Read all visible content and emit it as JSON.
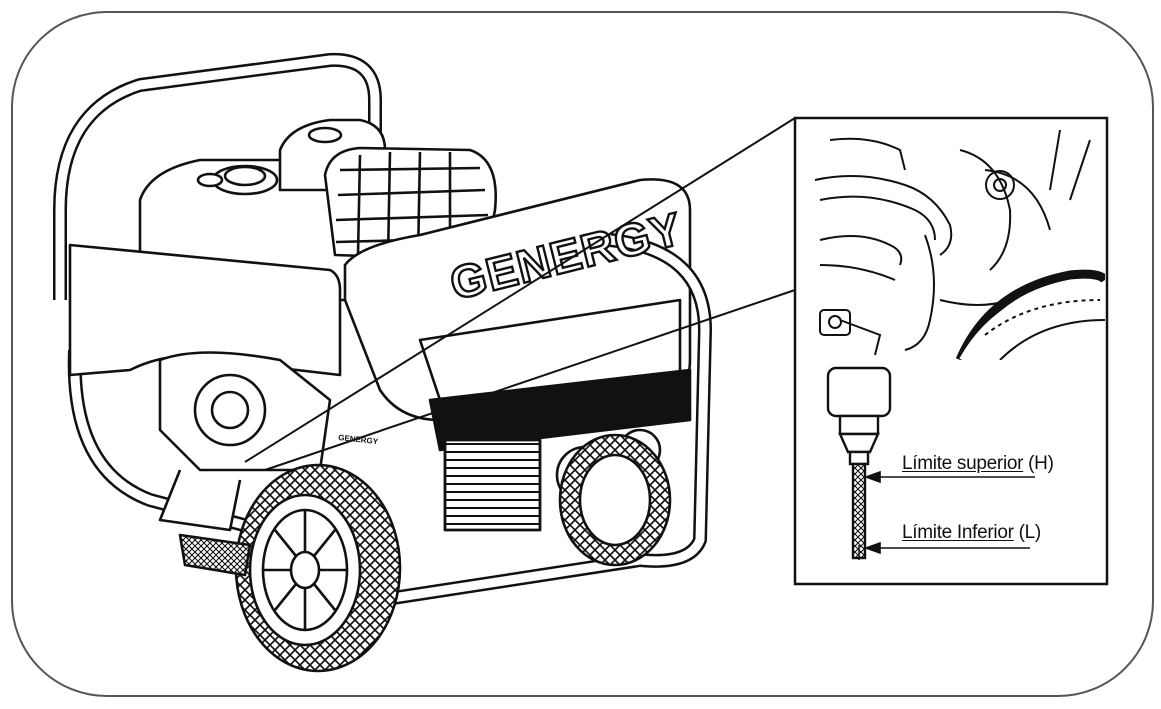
{
  "brand": "GENERGY",
  "frame_label": "GENERGY",
  "dipstick": {
    "upper_label": "Límite superior",
    "upper_code": "(H)",
    "lower_label": "Límite Inferior",
    "lower_code": "(L)"
  }
}
